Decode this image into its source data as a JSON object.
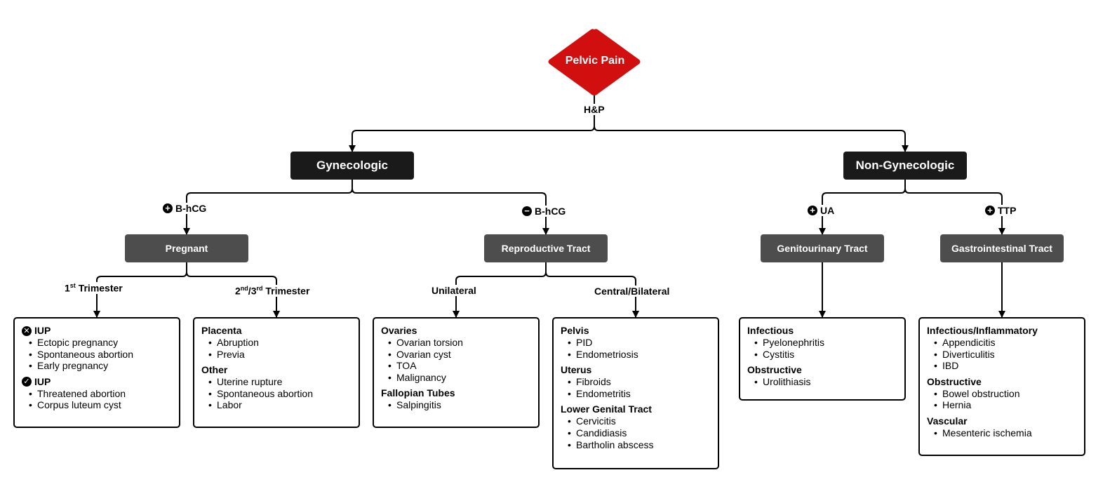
{
  "root": {
    "label": "Pelvic Pain",
    "edge_label": "H&P",
    "color": "#d10f0f"
  },
  "level1": [
    {
      "label": "Gynecologic"
    },
    {
      "label": "Non-Gynecologic"
    }
  ],
  "level2": [
    {
      "label": "Pregnant",
      "edge_label": "B-hCG",
      "edge_sign": "+"
    },
    {
      "label": "Reproductive Tract",
      "edge_label": "B-hCG",
      "edge_sign": "−"
    },
    {
      "label": "Genitourinary Tract",
      "edge_label": "UA",
      "edge_sign": "+"
    },
    {
      "label": "Gastrointestinal Tract",
      "edge_label": "TTP",
      "edge_sign": "+"
    }
  ],
  "edge_labels": {
    "first_trimester": {
      "num": "1",
      "sup": "st",
      "text": "Trimester"
    },
    "second_third_trimester": {
      "num_a": "2",
      "sup_a": "nd",
      "slash": "/",
      "num_b": "3",
      "sup_b": "rd",
      "text": "Trimester"
    },
    "unilateral": "Unilateral",
    "central_bilateral": "Central/Bilateral"
  },
  "leaves": [
    {
      "groups": [
        {
          "title": "IUP",
          "icon": "x-circle-icon",
          "items": [
            "Ectopic pregnancy",
            "Spontaneous abortion",
            "Early pregnancy"
          ]
        },
        {
          "title": "IUP",
          "icon": "check-circle-icon",
          "items": [
            "Threatened abortion",
            "Corpus luteum cyst"
          ]
        }
      ]
    },
    {
      "groups": [
        {
          "title": "Placenta",
          "items": [
            "Abruption",
            "Previa"
          ]
        },
        {
          "title": "Other",
          "items": [
            "Uterine rupture",
            "Spontaneous abortion",
            "Labor"
          ]
        }
      ]
    },
    {
      "groups": [
        {
          "title": "Ovaries",
          "items": [
            "Ovarian torsion",
            "Ovarian cyst",
            "TOA",
            "Malignancy"
          ]
        },
        {
          "title": "Fallopian Tubes",
          "items": [
            "Salpingitis"
          ]
        }
      ]
    },
    {
      "groups": [
        {
          "title": "Pelvis",
          "items": [
            "PID",
            "Endometriosis"
          ]
        },
        {
          "title": "Uterus",
          "items": [
            "Fibroids",
            "Endometritis"
          ]
        },
        {
          "title": "Lower Genital Tract",
          "items": [
            "Cervicitis",
            "Candidiasis",
            "Bartholin abscess"
          ]
        }
      ]
    },
    {
      "groups": [
        {
          "title": "Infectious",
          "items": [
            "Pyelonephritis",
            "Cystitis"
          ]
        },
        {
          "title": "Obstructive",
          "items": [
            "Urolithiasis"
          ]
        }
      ]
    },
    {
      "groups": [
        {
          "title": "Infectious/Inflammatory",
          "items": [
            "Appendicitis",
            "Diverticulitis",
            "IBD"
          ]
        },
        {
          "title": "Obstructive",
          "items": [
            "Bowel obstruction",
            "Hernia"
          ]
        },
        {
          "title": "Vascular",
          "items": [
            "Mesenteric ischemia"
          ]
        }
      ]
    }
  ]
}
